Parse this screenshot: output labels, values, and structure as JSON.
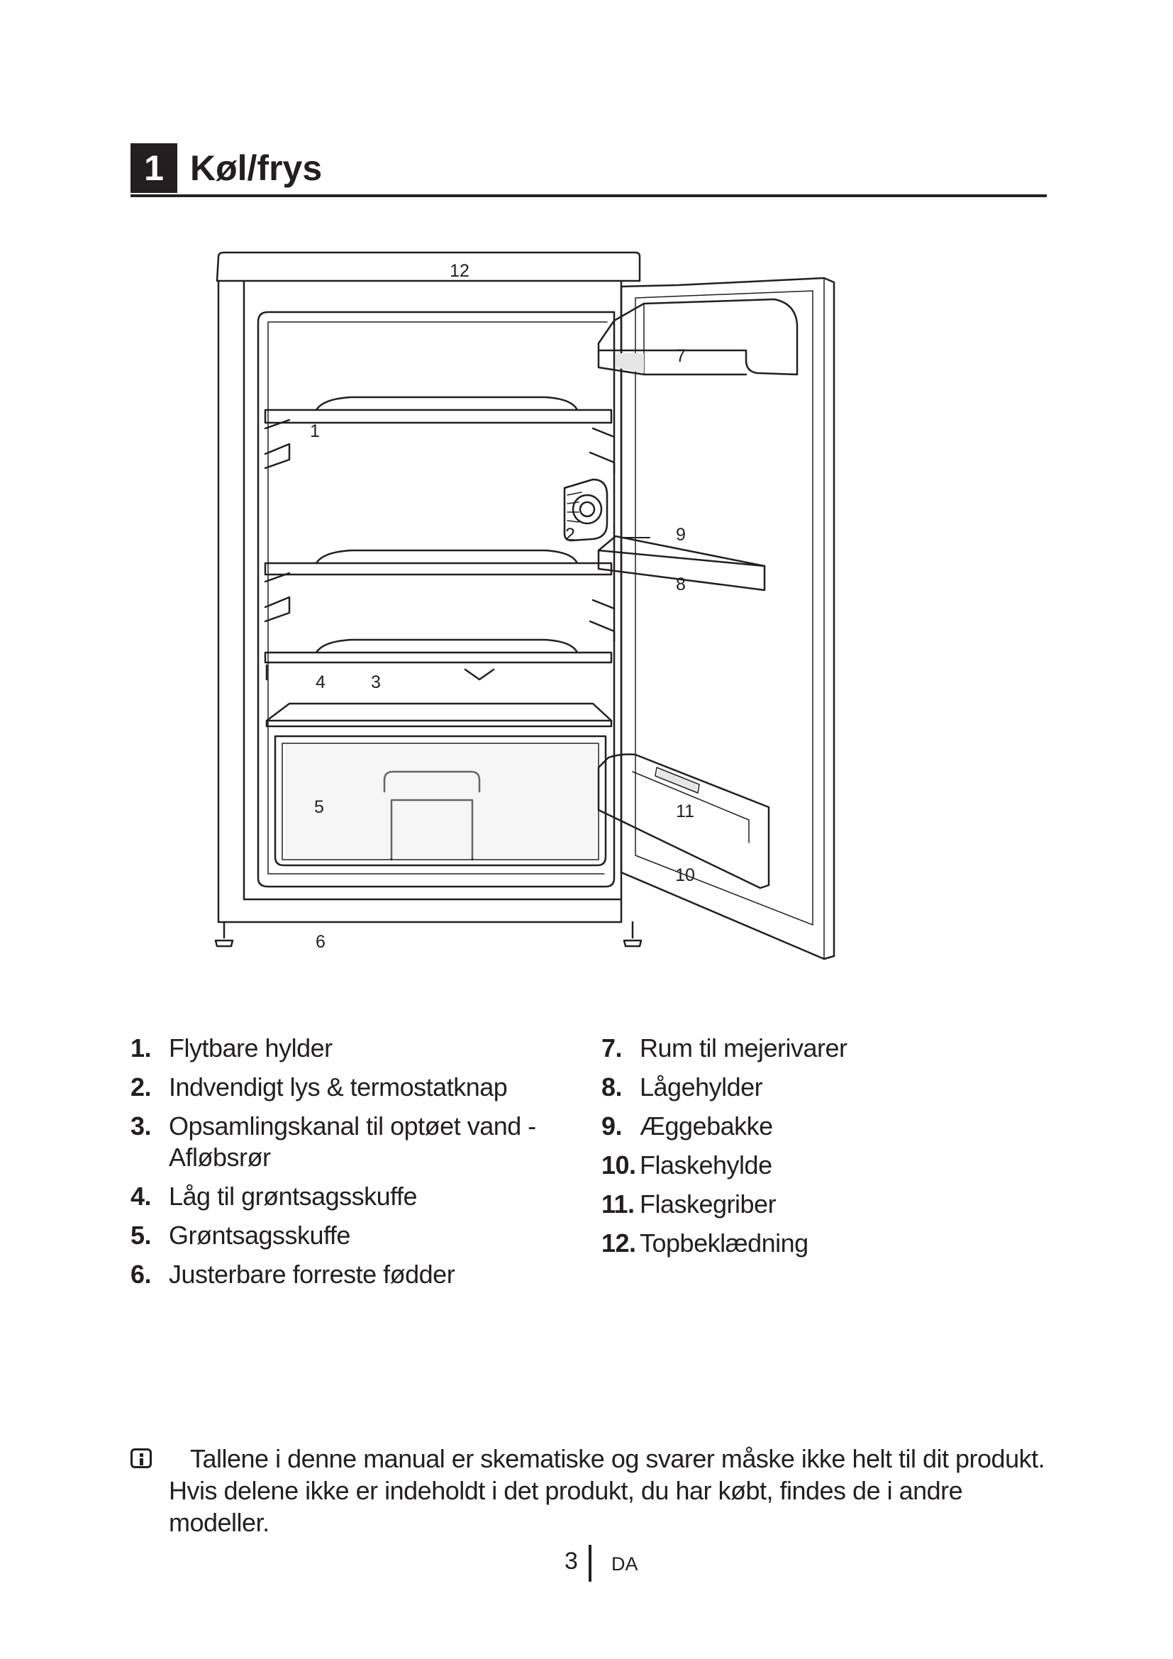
{
  "heading": {
    "number": "1",
    "title": "Køl/frys"
  },
  "figure": {
    "callouts": [
      "12",
      "7",
      "1",
      "2",
      "9",
      "8",
      "4",
      "3",
      "5",
      "11",
      "10",
      "6"
    ]
  },
  "legend": {
    "left": [
      {
        "num": "1.",
        "text": "Flytbare hylder"
      },
      {
        "num": "2.",
        "text": "Indvendigt lys & termostatknap"
      },
      {
        "num": "3.",
        "text": "Opsamlingskanal til optøet vand - Afløbsrør"
      },
      {
        "num": "4.",
        "text": "Låg til grøntsagsskuffe"
      },
      {
        "num": "5.",
        "text": "Grøntsagsskuffe"
      },
      {
        "num": "6.",
        "text": "Justerbare forreste fødder"
      }
    ],
    "right": [
      {
        "num": "7.",
        "text": "Rum til mejerivarer"
      },
      {
        "num": "8.",
        "text": "Lågehylder"
      },
      {
        "num": "9.",
        "text": "Æggebakke"
      },
      {
        "num": "10.",
        "text": "Flaskehylde"
      },
      {
        "num": "11.",
        "text": "Flaskegriber"
      },
      {
        "num": "12.",
        "text": "Topbeklædning"
      }
    ]
  },
  "note": {
    "icon": "info-icon",
    "text": "Tallene i denne manual er skematiske og svarer måske ikke helt til dit produkt. Hvis delene ikke er indeholdt i det produkt, du har købt, findes de i andre modeller."
  },
  "footer": {
    "page": "3",
    "lang": "DA"
  }
}
